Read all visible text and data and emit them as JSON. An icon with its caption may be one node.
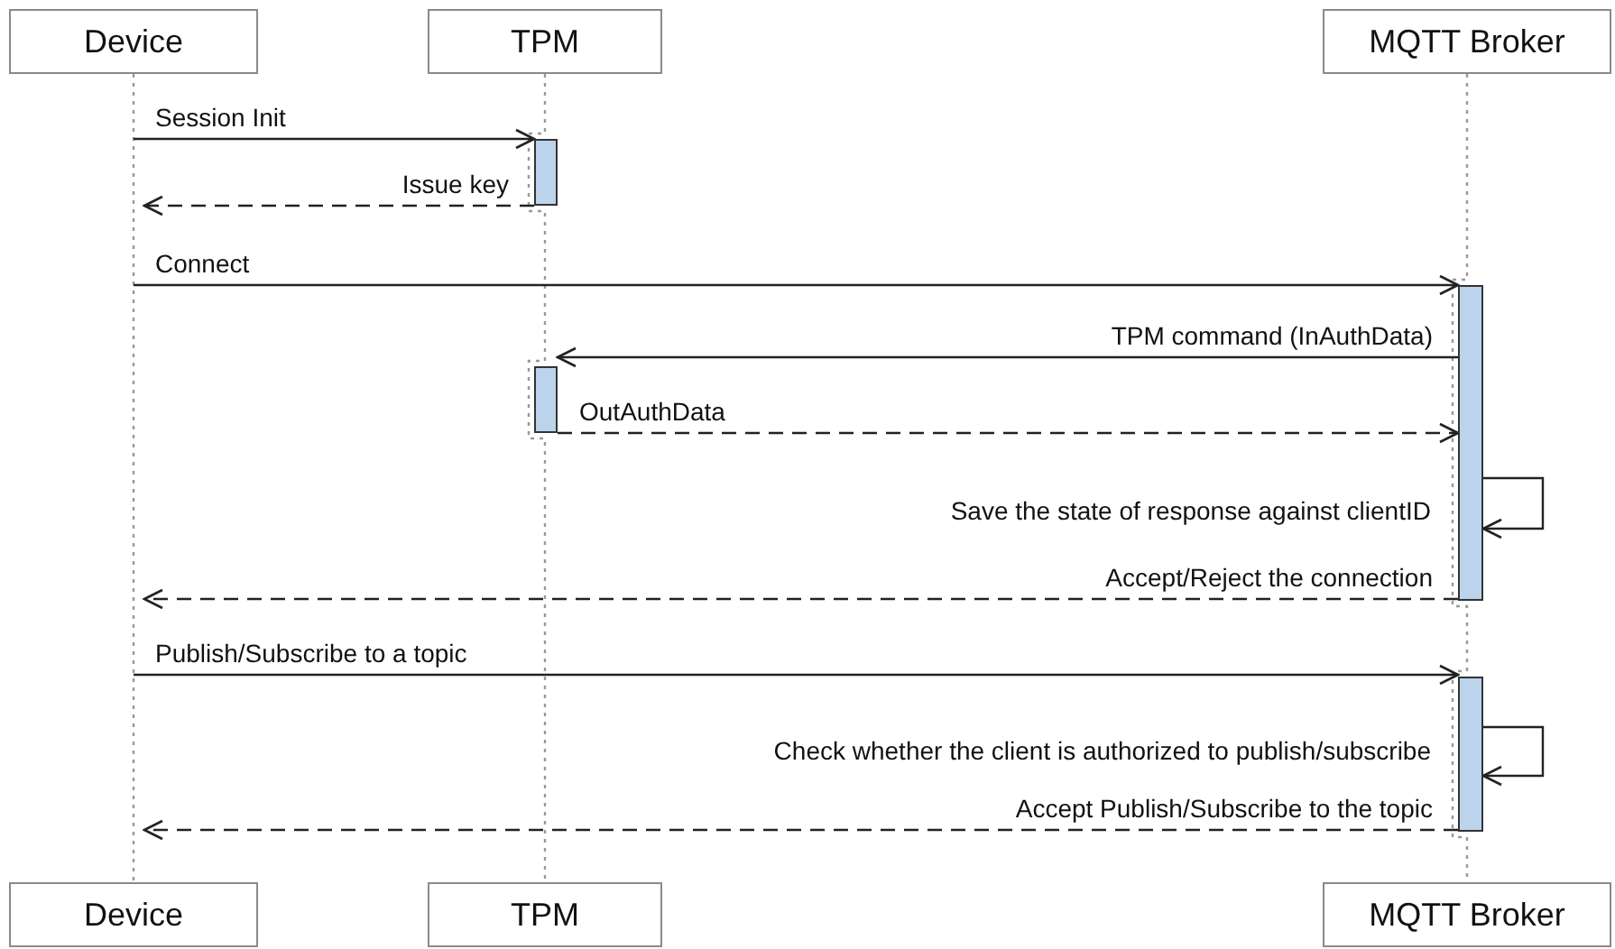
{
  "diagram": {
    "nodes": [
      {
        "text": [
          "Device"
        ]
      },
      {
        "text": [
          "TPM"
        ]
      },
      {
        "text": [
          "MQTT Broker"
        ]
      },
      {
        "text": [
          "Device"
        ]
      },
      {
        "text": [
          "TPM"
        ]
      },
      {
        "text": [
          "MQTT Broker"
        ]
      },
      {
        "text": [],
        "shape": "bar"
      },
      {
        "text": [],
        "shape": "bar"
      },
      {
        "text": [],
        "shape": "bar"
      },
      {
        "text": [],
        "shape": "bar"
      }
    ],
    "edges": [
      {
        "from": 0,
        "to": 3,
        "arrow": "none",
        "style": "dashed",
        "color": "#999999"
      },
      {
        "from": 1,
        "to": 4,
        "arrow": "none",
        "style": "dashed",
        "color": "#999999"
      },
      {
        "from": 2,
        "to": 5,
        "arrow": "none",
        "style": "dashed",
        "color": "#999999"
      },
      {
        "from": null,
        "to": 6,
        "arrow": "to",
        "label": "Session Init"
      },
      {
        "from": 6,
        "to": null,
        "arrow": "to",
        "label": "Issue key",
        "style": "dashed"
      },
      {
        "from": null,
        "to": 7,
        "arrow": "to",
        "label": "Connect"
      },
      {
        "from": 7,
        "to": 8,
        "arrow": "to",
        "label": "TPM command (InAuthData)"
      },
      {
        "from": 8,
        "to": 7,
        "arrow": "to",
        "label": "OutAuthData",
        "style": "dashed"
      },
      {
        "from": 7,
        "to": 7,
        "arrow": "to",
        "label": "Save the state of response against clientID"
      },
      {
        "from": 7,
        "to": null,
        "arrow": "to",
        "label": "Accept/Reject the connection",
        "style": "dashed"
      },
      {
        "from": null,
        "to": 9,
        "arrow": "to",
        "label": "Publish/Subscribe to a topic"
      },
      {
        "from": 9,
        "to": 9,
        "arrow": "to",
        "label": "Check whether the client is authorized to publish/subscribe"
      },
      {
        "from": 9,
        "to": null,
        "arrow": "to",
        "label": "Accept Publish/Subscribe to the topic",
        "style": "dashed"
      }
    ]
  }
}
